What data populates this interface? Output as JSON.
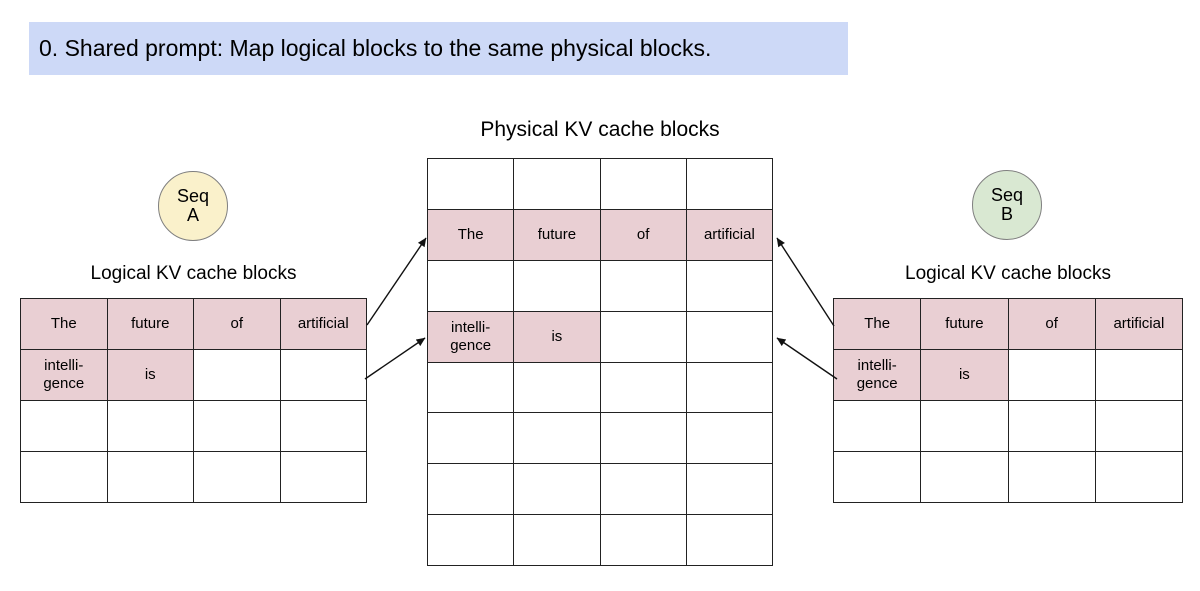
{
  "banner": {
    "text": "0. Shared prompt: Map logical blocks to the same physical blocks."
  },
  "colors": {
    "banner_bg": "#cdd9f7",
    "pink_cell": "#e9cfd3",
    "seq_a_fill": "#faf1cb",
    "seq_b_fill": "#d9e8d2",
    "table_border": "#222222",
    "circle_border": "#7f7f7f",
    "arrow": "#111111"
  },
  "sequences": {
    "a": {
      "line1": "Seq",
      "line2": "A"
    },
    "b": {
      "line1": "Seq",
      "line2": "B"
    }
  },
  "physical_table": {
    "title": "Physical KV cache blocks",
    "rows": 8,
    "cols": 4,
    "filled_cells": [
      {
        "row": 1,
        "col": 0,
        "text": "The"
      },
      {
        "row": 1,
        "col": 1,
        "text": "future"
      },
      {
        "row": 1,
        "col": 2,
        "text": "of"
      },
      {
        "row": 1,
        "col": 3,
        "text": "artificial"
      },
      {
        "row": 3,
        "col": 0,
        "text": "intelli-\ngence"
      },
      {
        "row": 3,
        "col": 1,
        "text": "is"
      }
    ]
  },
  "logical_table_a": {
    "title": "Logical KV cache blocks",
    "rows": 4,
    "cols": 4,
    "filled_cells": [
      {
        "row": 0,
        "col": 0,
        "text": "The"
      },
      {
        "row": 0,
        "col": 1,
        "text": "future"
      },
      {
        "row": 0,
        "col": 2,
        "text": "of"
      },
      {
        "row": 0,
        "col": 3,
        "text": "artificial"
      },
      {
        "row": 1,
        "col": 0,
        "text": "intelli-\ngence"
      },
      {
        "row": 1,
        "col": 1,
        "text": "is"
      }
    ]
  },
  "logical_table_b": {
    "title": "Logical KV cache blocks",
    "rows": 4,
    "cols": 4,
    "filled_cells": [
      {
        "row": 0,
        "col": 0,
        "text": "The"
      },
      {
        "row": 0,
        "col": 1,
        "text": "future"
      },
      {
        "row": 0,
        "col": 2,
        "text": "of"
      },
      {
        "row": 0,
        "col": 3,
        "text": "artificial"
      },
      {
        "row": 1,
        "col": 0,
        "text": "intelli-\ngence"
      },
      {
        "row": 1,
        "col": 1,
        "text": "is"
      }
    ]
  }
}
